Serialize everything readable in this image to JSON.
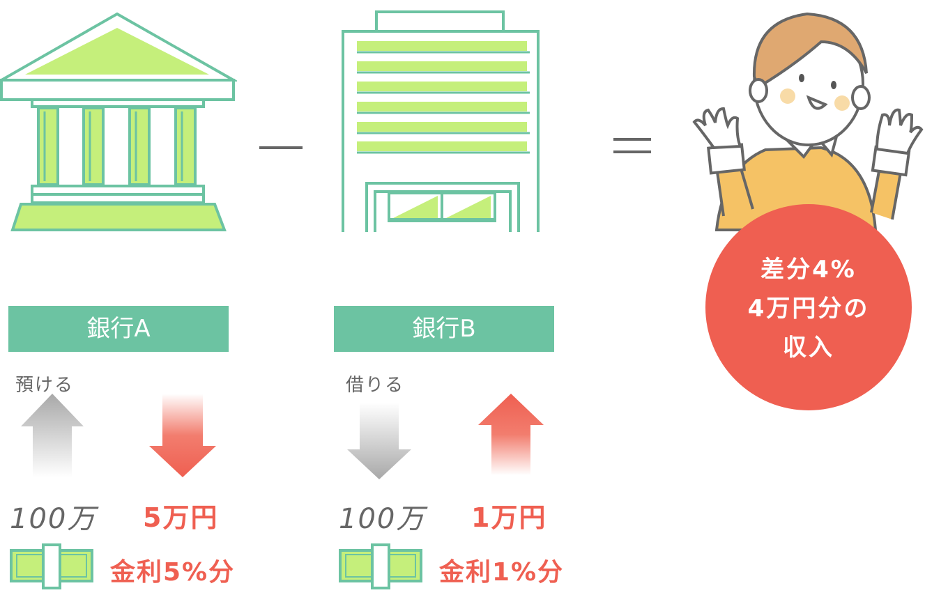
{
  "colors": {
    "green": "#6cc3a2",
    "light_green": "#c5ef7b",
    "red": "#ef5f51",
    "gray": "#666666"
  },
  "bank_a": {
    "label": "銀行A",
    "action": "預ける",
    "principal": "100万",
    "interest_amount": "5万円",
    "interest_rate": "金利5%分"
  },
  "bank_b": {
    "label": "銀行B",
    "action": "借りる",
    "principal": "100万",
    "interest_amount": "1万円",
    "interest_rate": "金利1%分"
  },
  "result": {
    "line1": "差分4%",
    "line2": "4万円分の",
    "line3": "収入"
  }
}
